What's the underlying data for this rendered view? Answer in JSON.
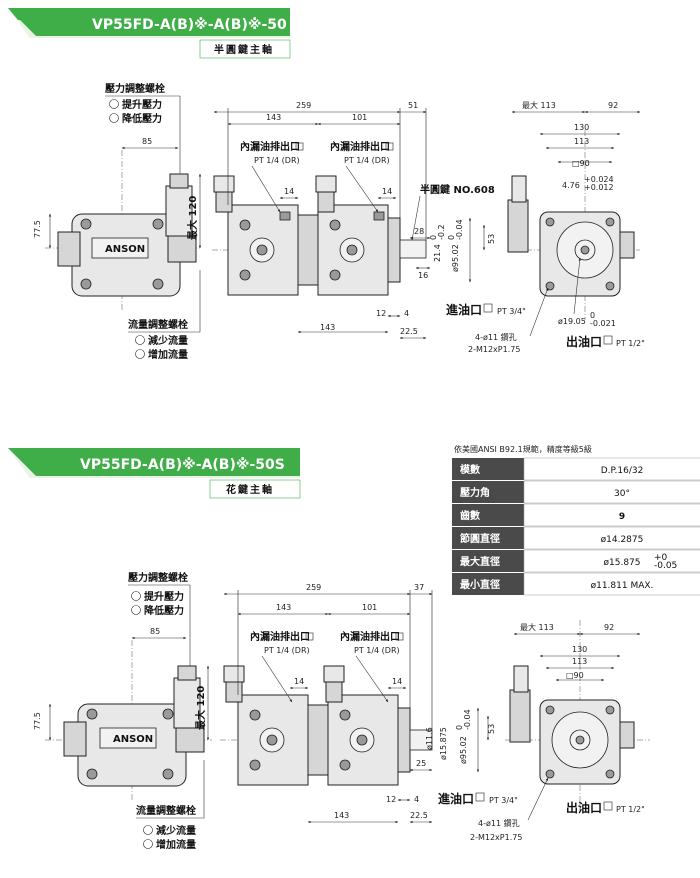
{
  "section1": {
    "title": "VP55FD-A(B)※-A(B)※-50",
    "subtitle": "半圓鍵主軸",
    "pressure_adjust": {
      "label": "壓力調整螺栓",
      "increase": "提升壓力",
      "decrease": "降低壓力"
    },
    "flow_adjust": {
      "label": "流量調整螺栓",
      "decrease": "減少流量",
      "increase": "增加流量"
    },
    "logo": "ANSON",
    "dims": {
      "d85": "85",
      "d77_5": "77.5",
      "dmax120": "最大 120",
      "d259": "259",
      "d51": "51",
      "d143": "143",
      "d101": "101",
      "d14a": "14",
      "d14b": "14",
      "d28": "28",
      "d16": "16",
      "d21_4": "21.4",
      "d21_4_tol_hi": "0",
      "d21_4_tol_lo": "-0.2",
      "d95": "ø95.02",
      "d95_tol_hi": "0",
      "d95_tol_lo": "-0.04",
      "d53": "53",
      "d12": "12",
      "d4": "4",
      "d143b": "143",
      "d22_5": "22.5",
      "max113": "最大 113",
      "d92": "92",
      "d130": "130",
      "d113": "113",
      "sq90": "□90",
      "d4_76": "4.76",
      "d4_76_hi": "+0.024",
      "d4_76_lo": "+0.012",
      "d19_05": "ø19.05",
      "d19_05_hi": "0",
      "d19_05_lo": "-0.021"
    },
    "drain1": {
      "label": "內漏油排出口",
      "spec": "PT 1/4 (DR)"
    },
    "drain2": {
      "label": "內漏油排出口",
      "spec": "PT 1/4 (DR)"
    },
    "key_note": "半圓鍵 NO.608",
    "inlet": {
      "label": "進油口",
      "spec": "PT 3/4\""
    },
    "holes": {
      "line1": "4-ø11 鑽孔",
      "line2": "2-M12xP1.75"
    },
    "outlet": {
      "label": "出油口",
      "spec": "PT 1/2\""
    }
  },
  "section2": {
    "title": "VP55FD-A(B)※-A(B)※-50S",
    "subtitle": "花鍵主軸",
    "pressure_adjust": {
      "label": "壓力調整螺栓",
      "increase": "提升壓力",
      "decrease": "降低壓力"
    },
    "flow_adjust": {
      "label": "流量調整螺栓",
      "decrease": "減少流量",
      "increase": "增加流量"
    },
    "logo": "ANSON",
    "dims": {
      "d85": "85",
      "d77_5": "77.5",
      "dmax120": "最大 120",
      "d259": "259",
      "d37": "37",
      "d143": "143",
      "d101": "101",
      "d14a": "14",
      "d14b": "14",
      "d11_6": "ø11.6",
      "d15_875": "ø15.875",
      "d25": "25",
      "d95": "ø95.02",
      "d95_tol_hi": "0",
      "d95_tol_lo": "-0.04",
      "d53": "53",
      "d12": "12",
      "d4": "4",
      "d143b": "143",
      "d22_5": "22.5",
      "max113": "最大 113",
      "d92": "92",
      "d130": "130",
      "d113": "113",
      "sq90": "□90"
    },
    "drain1": {
      "label": "內漏油排出口",
      "spec": "PT 1/4 (DR)"
    },
    "drain2": {
      "label": "內漏油排出口",
      "spec": "PT 1/4 (DR)"
    },
    "inlet": {
      "label": "進油口",
      "spec": "PT 3/4\""
    },
    "holes": {
      "line1": "4-ø11 鑽孔",
      "line2": "2-M12xP1.75"
    },
    "outlet": {
      "label": "出油口",
      "spec": "PT 1/2\""
    },
    "spline": {
      "note": "依美國ANSI B92.1規範，精度等級5級",
      "rows": [
        {
          "k": "模數",
          "v": "D.P.16/32"
        },
        {
          "k": "壓力角",
          "v": "30°"
        },
        {
          "k": "齒數",
          "v": "9"
        },
        {
          "k": "節圓直徑",
          "v": "ø14.2875"
        },
        {
          "k": "最大直徑",
          "v": "ø15.875",
          "tol_hi": "+0",
          "tol_lo": "-0.05"
        },
        {
          "k": "最小直徑",
          "v": "ø11.811 MAX."
        }
      ]
    }
  },
  "colors": {
    "banner": "#3fae49",
    "banner_light": "#e9f4e6",
    "table_header": "#4a4a4a"
  }
}
